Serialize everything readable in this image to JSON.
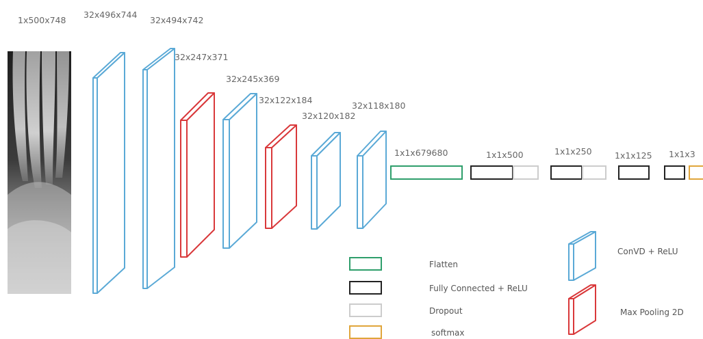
{
  "input": {
    "label": "1x500x748",
    "image_description_icon": "xray-image"
  },
  "conv_layers": [
    {
      "label": "32x496x744",
      "type": "conv"
    },
    {
      "label": "32x494x742",
      "type": "conv"
    },
    {
      "label": "32x247x371",
      "type": "maxpool"
    },
    {
      "label": "32x245x369",
      "type": "conv"
    },
    {
      "label": "32x122x184",
      "type": "maxpool"
    },
    {
      "label": "32x120x182",
      "type": "conv"
    },
    {
      "label": "32x118x180",
      "type": "conv"
    }
  ],
  "dense_layers": [
    {
      "label": "1x1x679680",
      "type": "flatten"
    },
    {
      "label": "1x1x500",
      "type": "fc-dropout"
    },
    {
      "label": "1x1x250",
      "type": "fc-dropout"
    },
    {
      "label": "1x1x125",
      "type": "fc"
    },
    {
      "label": "1x1x3",
      "type": "fc-softmax"
    }
  ],
  "legend": {
    "flatten": "Flatten",
    "fc_relu": "Fully Connected + ReLU",
    "dropout": "Dropout",
    "softmax": "softmax",
    "conv_relu": "ConVD + ReLU",
    "maxpool": "Max Pooling 2D"
  },
  "colors": {
    "conv": "#5aa9d6",
    "maxpool": "#d9383a",
    "flatten": "#2e9e6b",
    "fc": "#222222",
    "dropout": "#cccccc",
    "softmax": "#e0a53a"
  }
}
